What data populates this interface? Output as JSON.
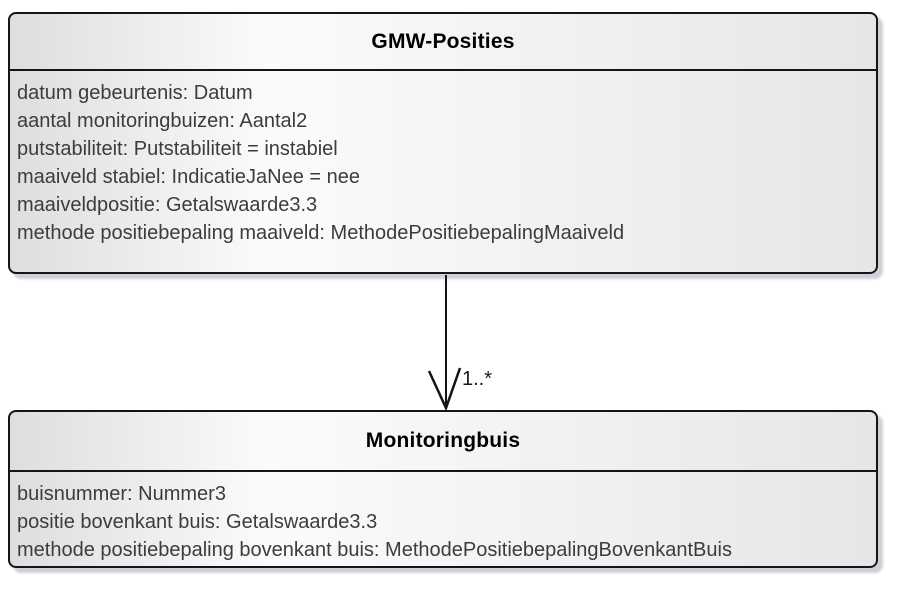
{
  "diagram": {
    "kind": "uml-class-diagram"
  },
  "classes": {
    "gmw": {
      "title": "GMW-Posities",
      "attributes": [
        "datum gebeurtenis: Datum",
        "aantal monitoringbuizen: Aantal2",
        "putstabiliteit: Putstabiliteit = instabiel",
        "maaiveld stabiel: IndicatieJaNee = nee",
        "maaiveldpositie: Getalswaarde3.3",
        "methode positiebepaling maaiveld: MethodePositiebepalingMaaiveld"
      ]
    },
    "monitoringbuis": {
      "title": "Monitoringbuis",
      "attributes": [
        "buisnummer: Nummer3",
        "positie bovenkant buis: Getalswaarde3.3",
        "methode positiebepaling bovenkant buis: MethodePositiebepalingBovenkantBuis"
      ]
    }
  },
  "association": {
    "target_multiplicity": "1..*"
  },
  "colors": {
    "border": "#151515",
    "fill_light": "#fbfbfb",
    "fill_dark": "#dedede",
    "attribute_text": "#3c3c40",
    "title_text": "#000000",
    "shadow": "#a8a8b8",
    "page_background": "#ffffff"
  }
}
